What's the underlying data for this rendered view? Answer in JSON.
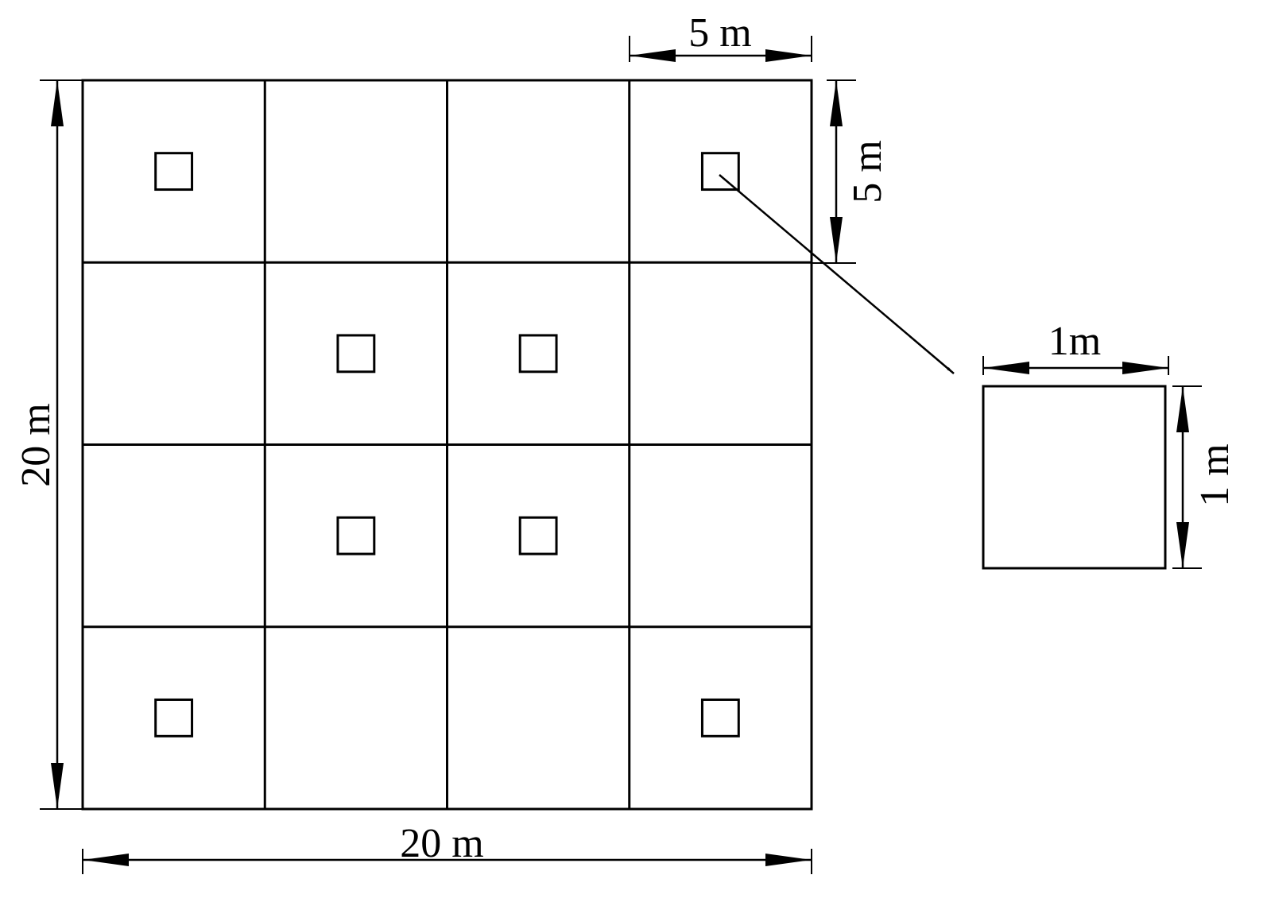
{
  "diagram": {
    "plot_size_label": "20 m",
    "plot_width_label": "20 m",
    "subplot_width_label": "5 m",
    "subplot_height_label": "5 m",
    "quadrat_width_label": "1m",
    "quadrat_height_label": "1 m",
    "grid": {
      "rows": 4,
      "cols": 4
    },
    "quadrats": [
      {
        "row": 0,
        "col": 0
      },
      {
        "row": 0,
        "col": 3
      },
      {
        "row": 1,
        "col": 1
      },
      {
        "row": 1,
        "col": 2
      },
      {
        "row": 2,
        "col": 1
      },
      {
        "row": 2,
        "col": 2
      },
      {
        "row": 3,
        "col": 0
      },
      {
        "row": 3,
        "col": 3
      }
    ],
    "line_color": "#000000"
  }
}
